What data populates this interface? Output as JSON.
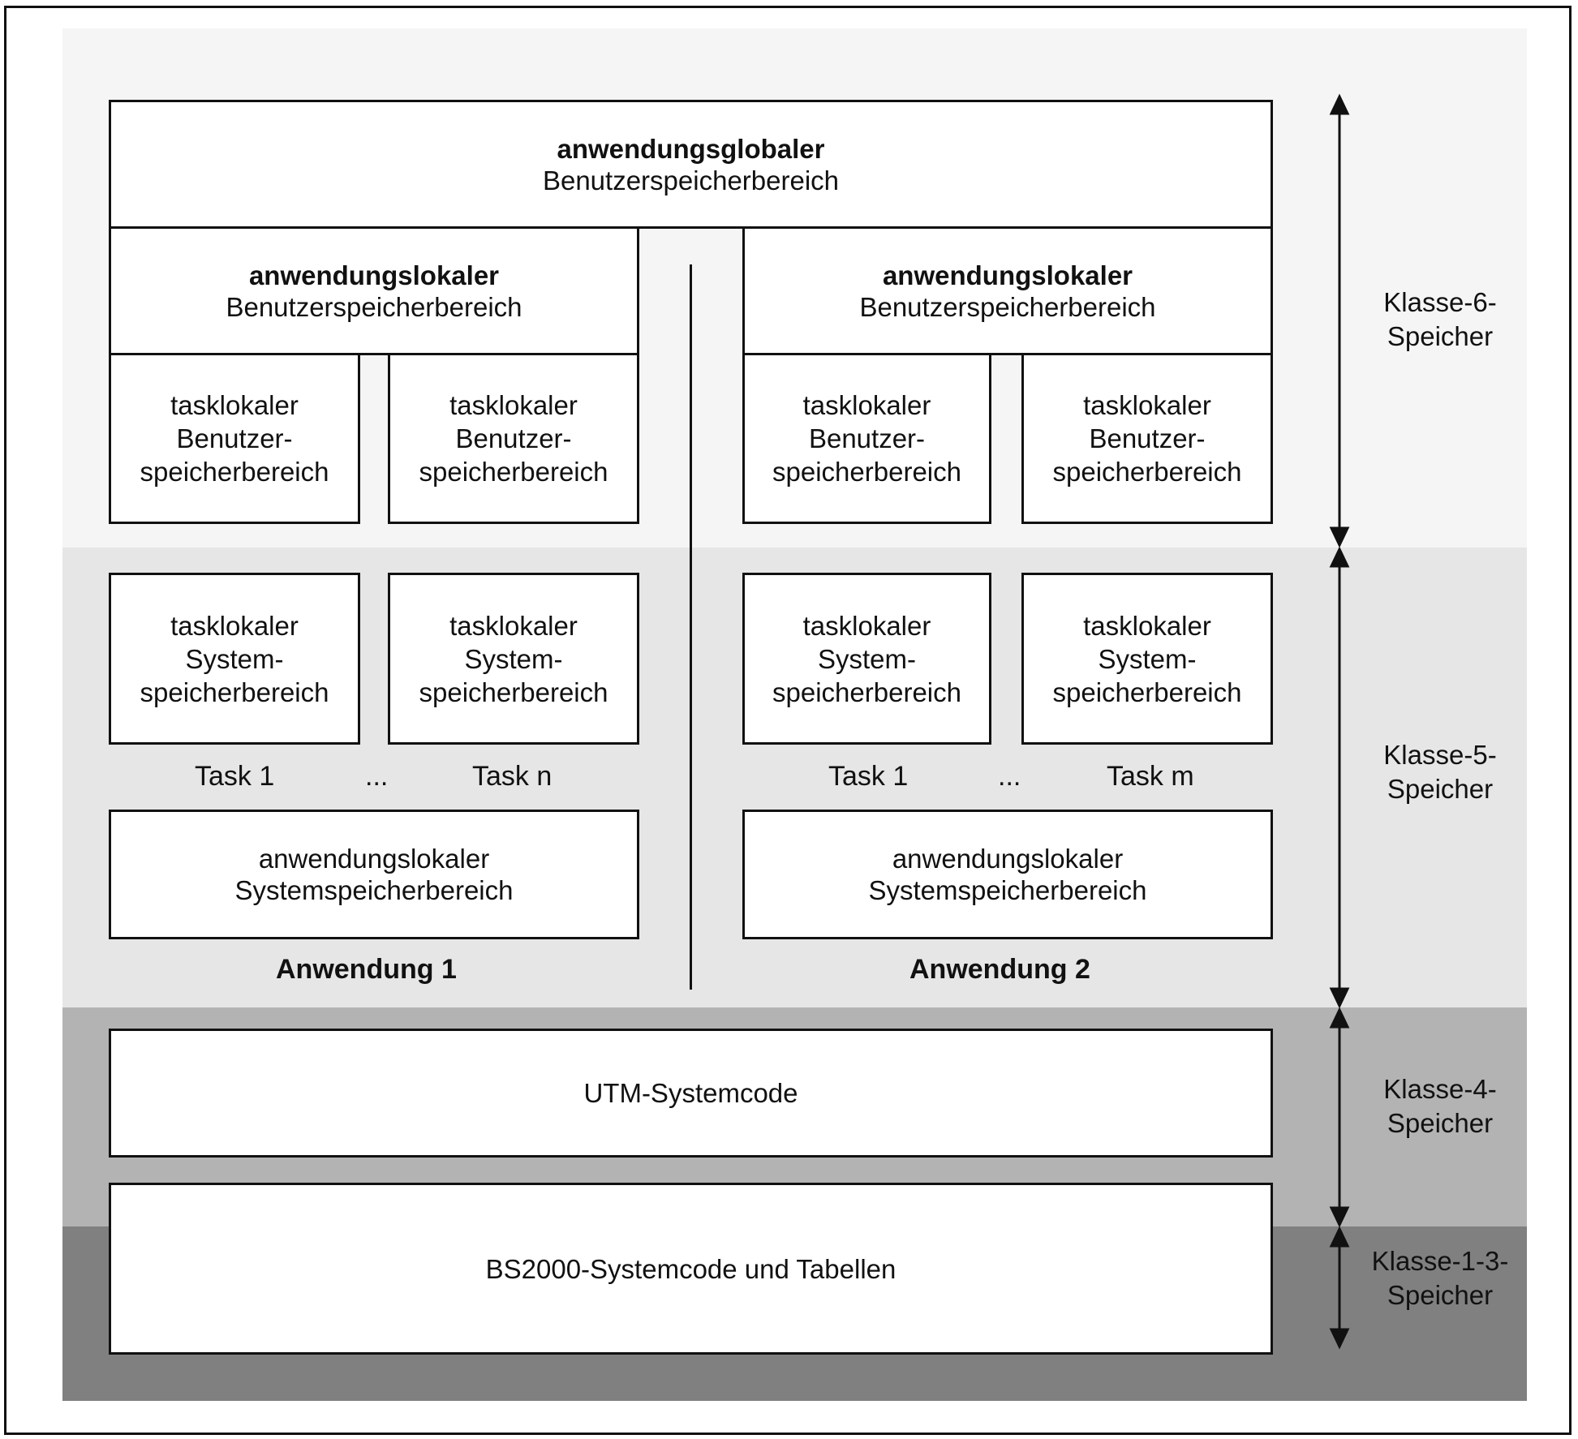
{
  "global_area": {
    "line1": "anwendungsglobaler",
    "line2": "Benutzerspeicherbereich"
  },
  "applications": [
    {
      "local_user_area": {
        "line1": "anwendungslokaler",
        "line2": "Benutzerspeicherbereich"
      },
      "task_user_areas": [
        {
          "line1": "tasklokaler",
          "line2": "Benutzer-",
          "line3": "speicherbereich"
        },
        {
          "line1": "tasklokaler",
          "line2": "Benutzer-",
          "line3": "speicherbereich"
        }
      ],
      "task_system_areas": [
        {
          "line1": "tasklokaler",
          "line2": "System-",
          "line3": "speicherbereich"
        },
        {
          "line1": "tasklokaler",
          "line2": "System-",
          "line3": "speicherbereich"
        }
      ],
      "task_labels": {
        "first": "Task 1",
        "ellipsis": "...",
        "last": "Task n"
      },
      "local_system_area": {
        "line1": "anwendungslokaler",
        "line2": "Systemspeicherbereich"
      },
      "title": "Anwendung 1"
    },
    {
      "local_user_area": {
        "line1": "anwendungslokaler",
        "line2": "Benutzerspeicherbereich"
      },
      "task_user_areas": [
        {
          "line1": "tasklokaler",
          "line2": "Benutzer-",
          "line3": "speicherbereich"
        },
        {
          "line1": "tasklokaler",
          "line2": "Benutzer-",
          "line3": "speicherbereich"
        }
      ],
      "task_system_areas": [
        {
          "line1": "tasklokaler",
          "line2": "System-",
          "line3": "speicherbereich"
        },
        {
          "line1": "tasklokaler",
          "line2": "System-",
          "line3": "speicherbereich"
        }
      ],
      "task_labels": {
        "first": "Task 1",
        "ellipsis": "...",
        "last": "Task m"
      },
      "local_system_area": {
        "line1": "anwendungslokaler",
        "line2": "Systemspeicherbereich"
      },
      "title": "Anwendung 2"
    }
  ],
  "utm_code": "UTM-Systemcode",
  "bs2000_code": "BS2000-Systemcode und Tabellen",
  "memory_classes": [
    {
      "line1": "Klasse-6-",
      "line2": "Speicher"
    },
    {
      "line1": "Klasse-5-",
      "line2": "Speicher"
    },
    {
      "line1": "Klasse-4-",
      "line2": "Speicher"
    },
    {
      "line1": "Klasse-1-3-",
      "line2": "Speicher"
    }
  ],
  "colors": {
    "class6_band": "#f5f5f5",
    "class5_band": "#e6e6e6",
    "class4_band": "#b3b3b3",
    "class1_3_band": "#808080",
    "box_fill": "#ffffff",
    "line": "#111111"
  }
}
